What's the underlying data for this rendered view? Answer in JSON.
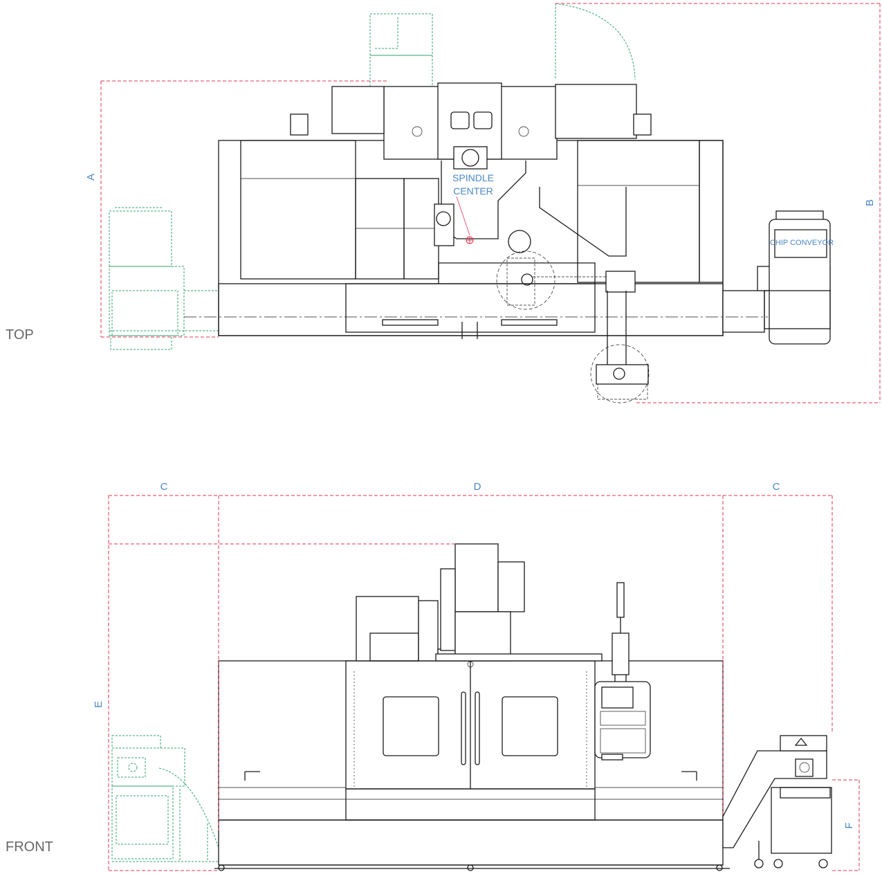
{
  "views": {
    "top": "TOP",
    "front": "FRONT"
  },
  "dimensions": {
    "A": "A",
    "B": "B",
    "C": "C",
    "D": "D",
    "E": "E",
    "F": "F"
  },
  "callouts": {
    "spindle_line1": "SPINDLE",
    "spindle_line2": "CENTER",
    "chip_conveyor": "CHIP CONVEYOR"
  },
  "colors": {
    "dimension": "#e0344f",
    "label": "#4a86c5",
    "optional": "#2fa36b",
    "machine": "#1a1a1a",
    "view_label": "#666666"
  }
}
